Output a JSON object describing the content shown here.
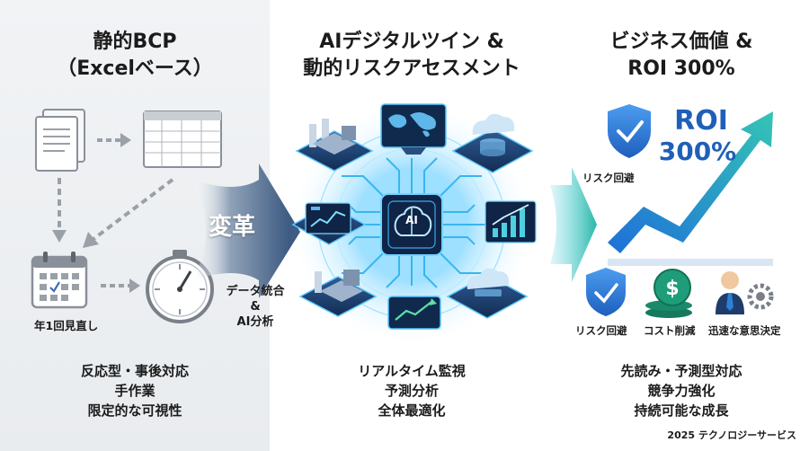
{
  "left": {
    "title_line1": "静的BCP",
    "title_line2": "（Excelベース）",
    "label_annual": "年1回見直し",
    "foot": [
      "反応型・事後対応",
      "手作業",
      "限定的な可視性"
    ]
  },
  "transition": {
    "label": "変革",
    "sub_line1": "データ統合",
    "sub_line2": "&",
    "sub_line3": "AI分析"
  },
  "center": {
    "title_line1": "AIデジタルツイン &",
    "title_line2": "動的リスクアセスメント",
    "chip_label": "AI",
    "foot": [
      "リアルタイム監視",
      "予測分析",
      "全体最適化"
    ]
  },
  "right": {
    "title_line1": "ビジネス価値 &",
    "title_line2": "ROI 300%",
    "roi_line1": "ROI",
    "roi_line2": "300%",
    "label_risk_top": "リスク回避",
    "benefits": [
      "リスク回避",
      "コスト削減",
      "迅速な意思決定"
    ],
    "foot": [
      "先読み・予測型対応",
      "競争力強化",
      "持続可能な成長"
    ]
  },
  "footer": {
    "copyright": "2025 テクノロジーサービス"
  },
  "colors": {
    "accent_blue": "#1f5fb8",
    "cyan_glow": "#3fc8ff",
    "teal_arrow": "#2fc4b6",
    "green_coin": "#1f9d7a",
    "gray_icon": "#8a9099"
  },
  "icons": [
    "document-icon",
    "spreadsheet-icon",
    "calendar-icon",
    "stopwatch-icon",
    "factory-icon",
    "world-map-icon",
    "cloud-database-icon",
    "dashboard-icon",
    "bar-chart-icon",
    "brain-chip-icon",
    "shield-check-icon",
    "coin-dollar-icon",
    "businessman-gear-icon",
    "trend-arrow-icon"
  ]
}
